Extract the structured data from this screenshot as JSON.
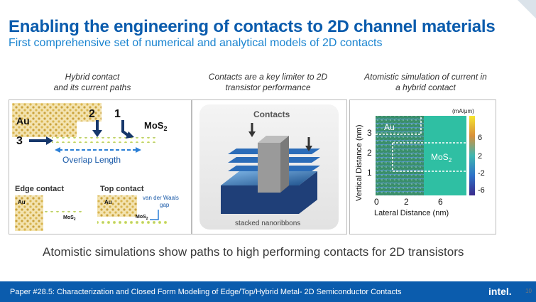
{
  "slide": {
    "title": "Enabling the engineering of contacts to 2D channel materials",
    "subtitle": "First comprehensive set of numerical and analytical models of 2D contacts",
    "summary": "Atomistic simulations show paths to high performing contacts for 2D transistors",
    "footer": "Paper #28.5: Characterization and Closed Form Modeling of Edge/Top/Hybrid Metal- 2D Semiconductor Contacts",
    "logo_text": "intel.",
    "page_number": "10"
  },
  "panel1": {
    "caption_line1": "Hybrid contact",
    "caption_line2": "and its current paths",
    "au_label": "Au",
    "mos2_label": "MoS",
    "mos2_sub": "2",
    "path1": "1",
    "path2": "2",
    "path3": "3",
    "overlap_label": "Overlap Length",
    "edge_title": "Edge contact",
    "edge_au": "Au",
    "edge_mos2": "MoS",
    "edge_sub": "2",
    "top_title": "Top contact",
    "top_au": "Au",
    "top_mos2": "MoS",
    "top_sub": "2",
    "vdw_line1": "van der Waals",
    "vdw_line2": "gap"
  },
  "panel2": {
    "caption_line1": "Contacts are a key limiter to 2D",
    "caption_line2": "transistor performance",
    "contacts_label": "Contacts",
    "nanoribbons_label": "stacked nanoribbons"
  },
  "panel3": {
    "caption_line1": "Atomistic simulation of current in",
    "caption_line2": "a hybrid contact",
    "unit": "(mA/μm)",
    "au_label": "Au",
    "mos2_label": "MoS",
    "mos2_sub": "2",
    "ylabel": "Vertical Distance (nm)",
    "xlabel": "Lateral Distance (nm)",
    "yticks": [
      "3",
      "2",
      "1"
    ],
    "xticks": [
      "0",
      "2",
      "6"
    ],
    "colorbar_ticks": [
      "6",
      "2",
      "-2",
      "-6"
    ],
    "colors": {
      "au_field": "#3a8f6a",
      "mos2_field": "#2fbfa3",
      "path_flow": "#5b9ad6"
    }
  }
}
